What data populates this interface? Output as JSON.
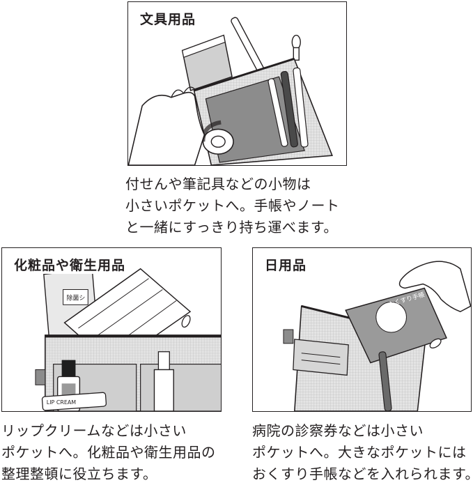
{
  "panels": [
    {
      "title": "文具用品",
      "caption": [
        "付せんや筆記具などの小物は",
        "小さいポケットへ。手帳やノート",
        "と一緒にすっきり持ち運べます。"
      ]
    },
    {
      "title": "化粧品や衛生用品",
      "caption": [
        "リップクリームなどは小さい",
        "ポケットへ。化粧品や衛生用品の",
        "整理整頓に役立ちます。"
      ]
    },
    {
      "title": "日用品",
      "caption": [
        "病院の診察券などは小さい",
        "ポケットへ。大きなポケットには",
        "おくすり手帳などを入れられます。"
      ]
    }
  ],
  "illustration_text": {
    "lip_cream": "LIP CREAM",
    "wipes": "除菌シ",
    "medicine_book": "おくすり手帳"
  },
  "colors": {
    "ink": "#231f20",
    "mesh": "#d9d9d9",
    "pouch_dark": "#8c8c8c",
    "skin": "#ffffff"
  }
}
